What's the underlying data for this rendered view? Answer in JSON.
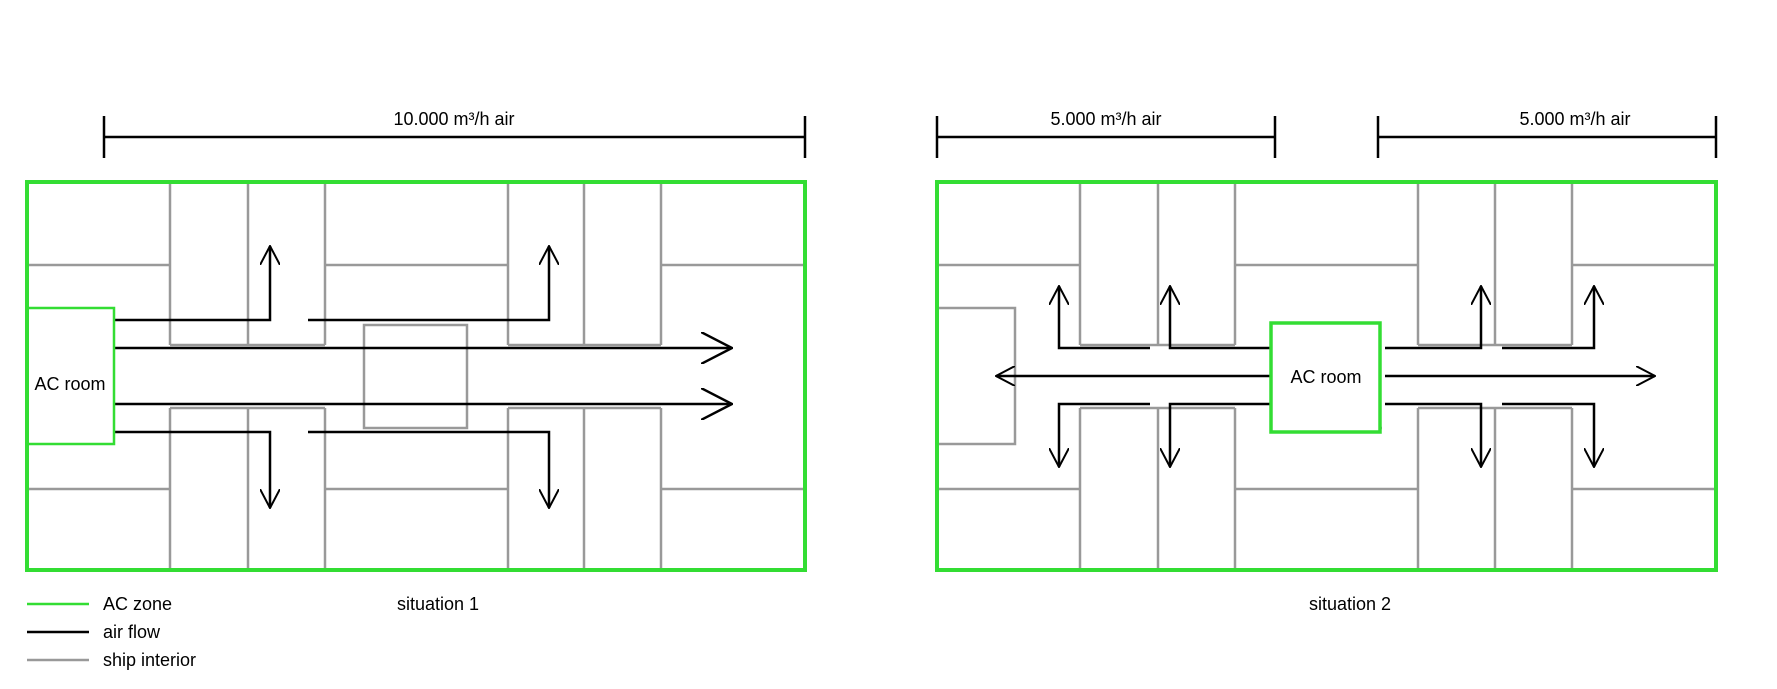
{
  "colors": {
    "ac_zone": "#33dd33",
    "air_flow": "#000000",
    "ship_interior": "#999999",
    "background": "#ffffff"
  },
  "situation1": {
    "caption": "situation 1",
    "dimension_label": "10.000 m³/h air",
    "ac_room_label": "AC room"
  },
  "situation2": {
    "caption": "situation 2",
    "dimension_left_label": "5.000 m³/h air",
    "dimension_right_label": "5.000 m³/h air",
    "ac_room_label": "AC room"
  },
  "legend": {
    "items": [
      {
        "label": "AC zone"
      },
      {
        "label": "air flow"
      },
      {
        "label": "ship interior"
      }
    ]
  }
}
